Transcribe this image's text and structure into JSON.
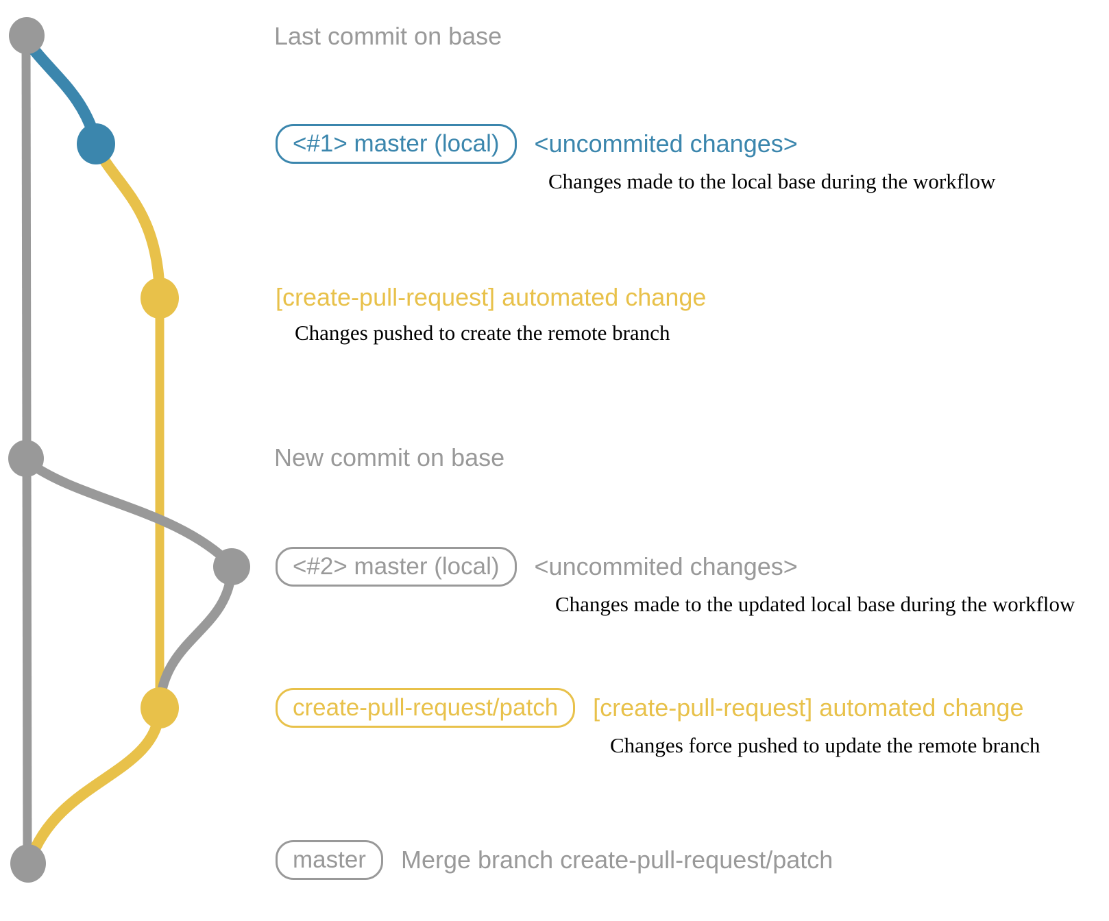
{
  "colors": {
    "base_gray": "#999999",
    "local_blue": "#3b86ad",
    "patch_yellow": "#e8c14a",
    "description_black": "#000000",
    "background": "#ffffff"
  },
  "annotations": {
    "last_commit_on_base": "Last commit on base",
    "new_commit_on_base": "New commit on base"
  },
  "rows": {
    "local_commit_1": {
      "pill": "<#1> master (local)",
      "label": "<uncommited changes>",
      "description": "Changes made to the local base during the workflow"
    },
    "patch_commit_1": {
      "label": "[create-pull-request] automated change",
      "description": "Changes pushed to create the remote branch"
    },
    "local_commit_2": {
      "pill": "<#2> master (local)",
      "label": "<uncommited changes>",
      "description": "Changes made to the updated local base during the workflow"
    },
    "patch_commit_2": {
      "pill": "create-pull-request/patch",
      "label": "[create-pull-request] automated change",
      "description": "Changes force pushed to update the remote branch"
    },
    "merge_commit": {
      "pill": "master",
      "label": "Merge branch create-pull-request/patch"
    }
  }
}
